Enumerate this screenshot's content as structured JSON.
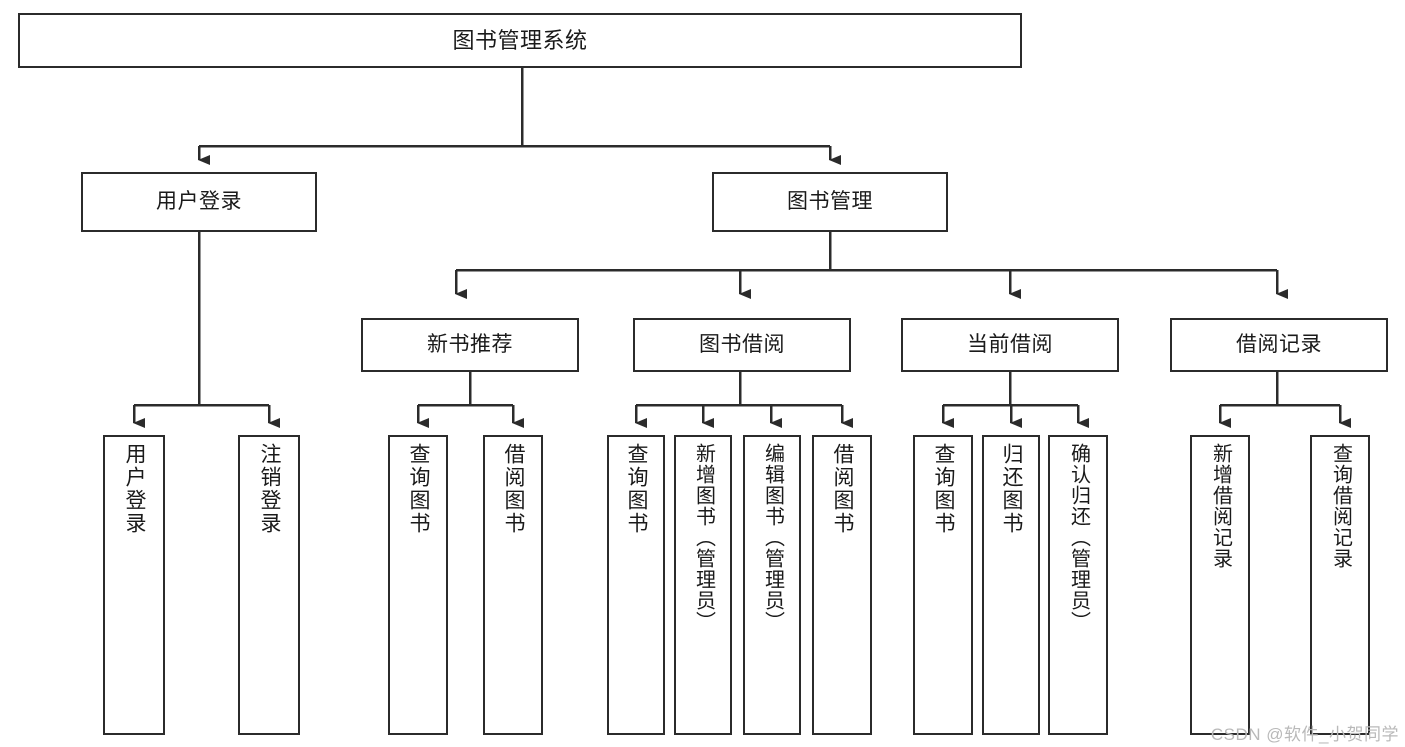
{
  "diagram": {
    "title": "图书管理系统",
    "type": "hierarchy-tree",
    "watermark": "CSDN @软件_小贺同学",
    "colors": {
      "background": "#ffffff",
      "box_border": "#2b2b2b",
      "connector": "#2b2b2b",
      "text": "#1a1a1a",
      "watermark": "#b9b9b9"
    },
    "levels": [
      {
        "level": 0,
        "nodes": [
          {
            "id": "root",
            "label": "图书管理系统",
            "orientation": "horizontal"
          }
        ]
      },
      {
        "level": 1,
        "nodes": [
          {
            "id": "login",
            "label": "用户登录",
            "orientation": "horizontal",
            "parent": "root"
          },
          {
            "id": "bookmgmt",
            "label": "图书管理",
            "orientation": "horizontal",
            "parent": "root"
          }
        ]
      },
      {
        "level": 2,
        "nodes": [
          {
            "id": "newbook",
            "label": "新书推荐",
            "orientation": "horizontal",
            "parent": "bookmgmt"
          },
          {
            "id": "borrow",
            "label": "图书借阅",
            "orientation": "horizontal",
            "parent": "bookmgmt"
          },
          {
            "id": "current",
            "label": "当前借阅",
            "orientation": "horizontal",
            "parent": "bookmgmt"
          },
          {
            "id": "records",
            "label": "借阅记录",
            "orientation": "horizontal",
            "parent": "bookmgmt"
          }
        ]
      },
      {
        "level": 3,
        "nodes": [
          {
            "id": "leaf-1-1",
            "label": "用户登录",
            "orientation": "vertical",
            "parent": "login"
          },
          {
            "id": "leaf-1-2",
            "label": "注销登录",
            "orientation": "vertical",
            "parent": "login"
          },
          {
            "id": "leaf-2-1",
            "label": "查询图书",
            "orientation": "vertical",
            "parent": "newbook"
          },
          {
            "id": "leaf-2-2",
            "label": "借阅图书",
            "orientation": "vertical",
            "parent": "newbook"
          },
          {
            "id": "leaf-3-1",
            "label": "查询图书",
            "orientation": "vertical",
            "parent": "borrow"
          },
          {
            "id": "leaf-3-2",
            "label": "新增图书（管理员）",
            "orientation": "vertical",
            "parent": "borrow"
          },
          {
            "id": "leaf-3-3",
            "label": "编辑图书（管理员）",
            "orientation": "vertical",
            "parent": "borrow"
          },
          {
            "id": "leaf-3-4",
            "label": "借阅图书",
            "orientation": "vertical",
            "parent": "borrow"
          },
          {
            "id": "leaf-4-1",
            "label": "查询图书",
            "orientation": "vertical",
            "parent": "current"
          },
          {
            "id": "leaf-4-2",
            "label": "归还图书",
            "orientation": "vertical",
            "parent": "current"
          },
          {
            "id": "leaf-4-3",
            "label": "确认归还（管理员）",
            "orientation": "vertical",
            "parent": "current"
          },
          {
            "id": "leaf-5-1",
            "label": "新增借阅记录",
            "orientation": "vertical",
            "parent": "records"
          },
          {
            "id": "leaf-5-2",
            "label": "查询借阅记录",
            "orientation": "vertical",
            "parent": "records"
          }
        ]
      }
    ]
  }
}
